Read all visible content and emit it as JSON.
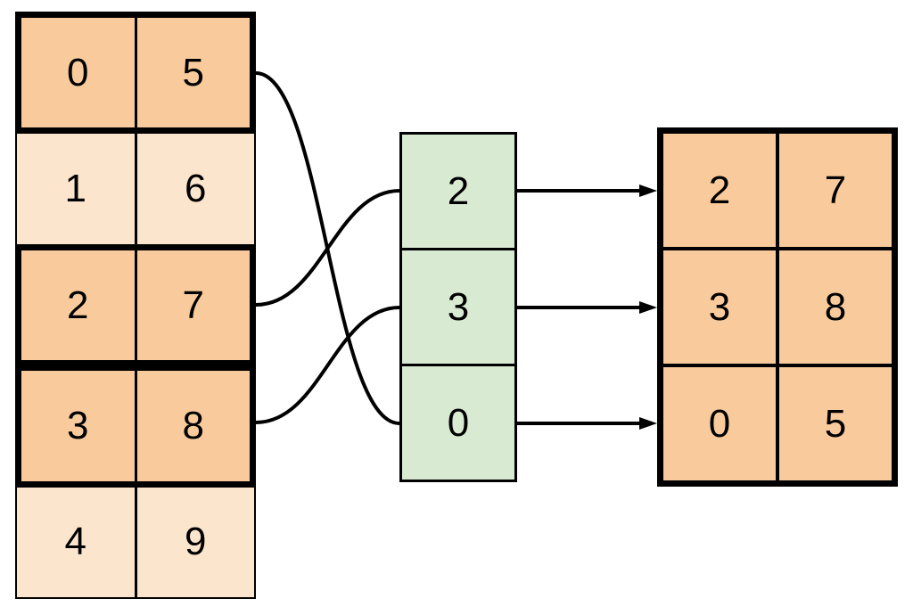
{
  "colors": {
    "highlight_fill": "#F9CB9C",
    "dim_fill": "#FCE5CD",
    "index_fill": "#D9EAD3",
    "line": "#000000",
    "background": "#FFFFFF"
  },
  "source_table": {
    "rows": [
      {
        "col0": "0",
        "col1": "5",
        "highlighted": true
      },
      {
        "col0": "1",
        "col1": "6",
        "highlighted": false
      },
      {
        "col0": "2",
        "col1": "7",
        "highlighted": true
      },
      {
        "col0": "3",
        "col1": "8",
        "highlighted": true
      },
      {
        "col0": "4",
        "col1": "9",
        "highlighted": false
      }
    ]
  },
  "index_column": {
    "values": [
      "2",
      "3",
      "0"
    ]
  },
  "output_table": {
    "rows": [
      {
        "col0": "2",
        "col1": "7"
      },
      {
        "col0": "3",
        "col1": "8"
      },
      {
        "col0": "0",
        "col1": "5"
      }
    ]
  },
  "connections": {
    "curves": [
      {
        "from_source_row": 0,
        "to_index_value": "0"
      },
      {
        "from_source_row": 2,
        "to_index_value": "2"
      },
      {
        "from_source_row": 3,
        "to_index_value": "3"
      }
    ],
    "arrows": [
      {
        "from_index_value": "2",
        "to_output_row": 0
      },
      {
        "from_index_value": "3",
        "to_output_row": 1
      },
      {
        "from_index_value": "0",
        "to_output_row": 2
      }
    ]
  }
}
